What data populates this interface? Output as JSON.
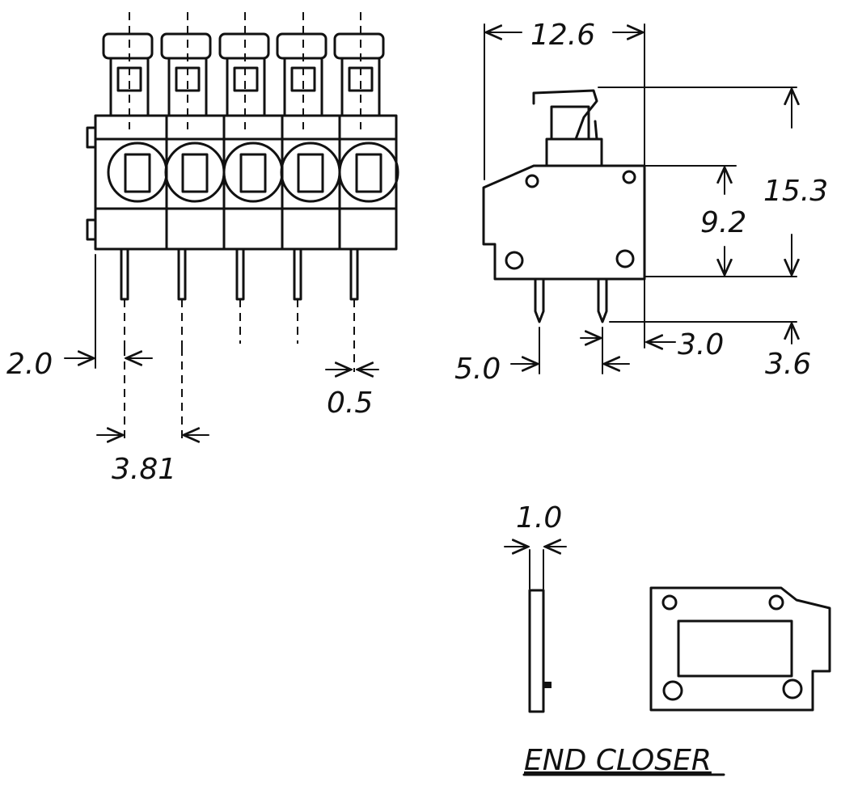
{
  "diagram": {
    "front_view": {
      "pin_pitch": "3.81",
      "end_offset": "2.0",
      "pin_width": "0.5",
      "poles": 5
    },
    "side_view": {
      "width": "12.6",
      "total_height": "15.3",
      "body_height": "9.2",
      "pin_length": "3.6",
      "pin_spacing": "5.0",
      "pin_offset": "3.0"
    },
    "end_closer": {
      "thickness": "1.0",
      "label": "END CLOSER"
    }
  }
}
